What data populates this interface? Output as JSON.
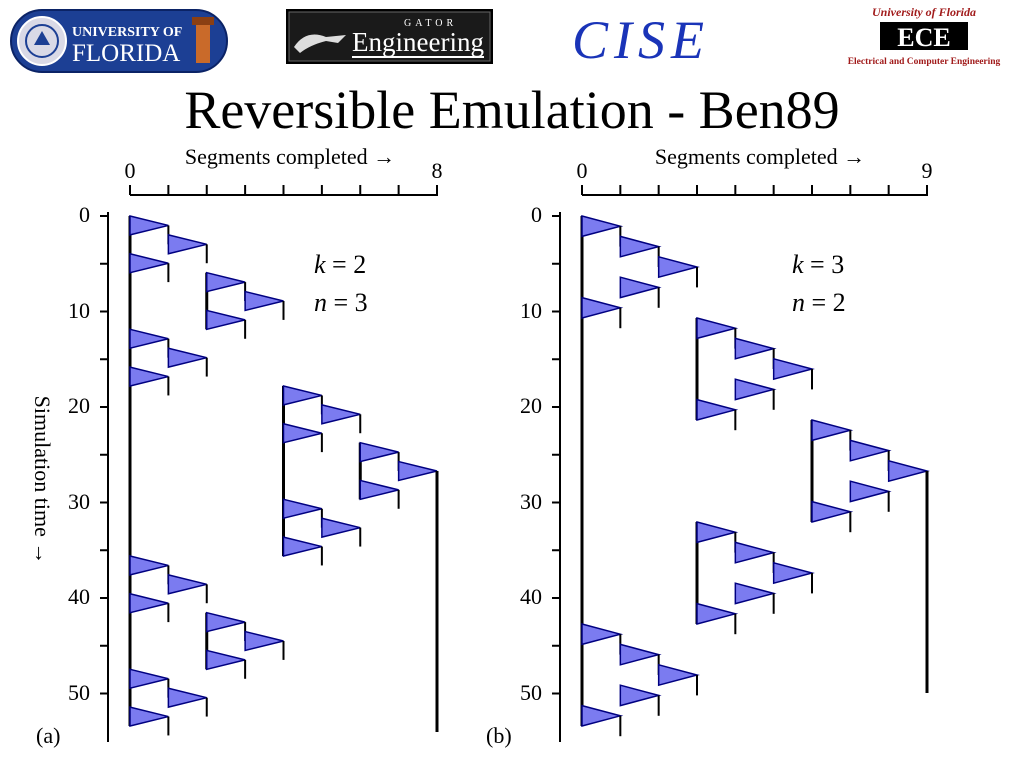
{
  "title": "Reversible Emulation - Ben89",
  "logos": {
    "uf": {
      "line1": "UNIVERSITY OF",
      "line2": "FLORIDA"
    },
    "gator": {
      "small": "GATOR",
      "main": "Engineering"
    },
    "cise": "CISE",
    "ece": {
      "top": "University of Florida",
      "mark": "ECE",
      "bottom": "Electrical and Computer Engineering"
    }
  },
  "panels": [
    {
      "id": "a",
      "label": "(a)",
      "x_label": "Segments completed →",
      "x_ticks": [
        "0",
        "8"
      ],
      "x_range": [
        0,
        8
      ],
      "y_label": "Simulation time →",
      "y_ticks": [
        "0",
        "10",
        "20",
        "30",
        "40",
        "50"
      ],
      "y_range": [
        0,
        54
      ],
      "k_label": "k",
      "k_value": "2",
      "n_label": "n",
      "n_value": "3",
      "k": 2,
      "n": 3
    },
    {
      "id": "b",
      "label": "(b)",
      "x_label": "Segments completed →",
      "x_ticks": [
        "0",
        "9"
      ],
      "x_range": [
        0,
        9
      ],
      "y_ticks": [
        "0",
        "10",
        "20",
        "30",
        "40",
        "50"
      ],
      "y_range": [
        0,
        54
      ],
      "k_label": "k",
      "k_value": "3",
      "n_label": "n",
      "n_value": "2",
      "k": 3,
      "n": 2
    }
  ],
  "colors": {
    "triangle_fill": "#7B7BF0",
    "triangle_stroke": "#000080",
    "line": "#000000"
  }
}
